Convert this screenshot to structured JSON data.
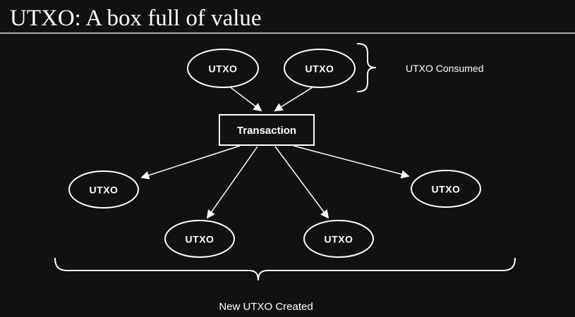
{
  "title": "UTXO: A box full of value",
  "diagram": {
    "utxo_label": "UTXO",
    "transaction_label": "Transaction",
    "consumed_label": "UTXO Consumed",
    "created_label": "New UTXO Created",
    "colors": {
      "background": "#111111",
      "stroke": "#ffffff",
      "text": "#ffffff"
    }
  }
}
